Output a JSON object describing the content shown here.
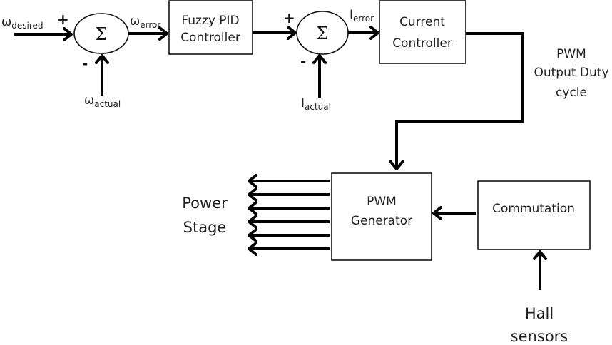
{
  "diagram": {
    "blocks": {
      "fuzzy_pid": [
        "Fuzzy PID",
        "Controller"
      ],
      "current_controller": [
        "Current",
        "Controller"
      ],
      "pwm_generator": [
        "PWM",
        "Generator"
      ],
      "commutation": [
        "Commutation"
      ]
    },
    "summing_junctions": {
      "symbol": "Σ",
      "speed": {
        "plus": "+",
        "minus": "-"
      },
      "current": {
        "plus": "+",
        "minus": "-"
      }
    },
    "signals": {
      "omega_desired": {
        "base": "ω",
        "sub": "desired"
      },
      "omega_error": {
        "base": "ω",
        "sub": "error"
      },
      "omega_actual": {
        "base": "ω",
        "sub": "actual"
      },
      "i_error": {
        "base": "I",
        "sub": "error"
      },
      "i_actual": {
        "base": "I",
        "sub": "actual"
      }
    },
    "labels": {
      "pwm_output": [
        "PWM",
        "Output Duty",
        "cycle"
      ],
      "power_stage": [
        "Power",
        "Stage"
      ],
      "hall_sensors": [
        "Hall",
        "sensors"
      ]
    },
    "power_stage_outputs": 6
  }
}
